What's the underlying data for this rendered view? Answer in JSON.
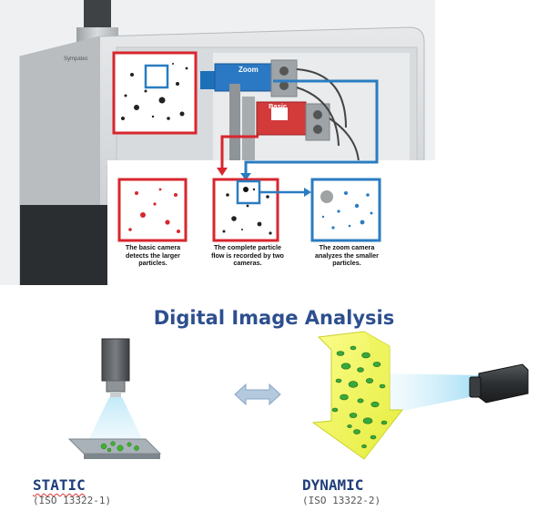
{
  "machine": {
    "zoom_label": "Zoom",
    "basic_label": "Basic",
    "brand_mark": "Sympatec",
    "captions": {
      "basic": [
        "The basic camera",
        "detects the larger",
        "particles."
      ],
      "complete": [
        "The complete particle",
        "flow is recorded by two",
        "cameras."
      ],
      "zoom": [
        "The zoom camera",
        "analyzes the smaller",
        "particles."
      ]
    },
    "colors": {
      "red": "#d8262e",
      "blue": "#2a7cc0",
      "zoom_cam": "#2b78c4",
      "basic_cam": "#d33a3a"
    }
  },
  "analysis": {
    "title": "Digital Image Analysis",
    "static": {
      "label": "STATIC",
      "standard": "(ISO 13322-1)"
    },
    "dynamic": {
      "label": "DYNAMIC",
      "standard": "(ISO 13322-2)"
    },
    "icons": [
      "camera-icon",
      "double-arrow-icon",
      "down-arrow-icon"
    ]
  }
}
